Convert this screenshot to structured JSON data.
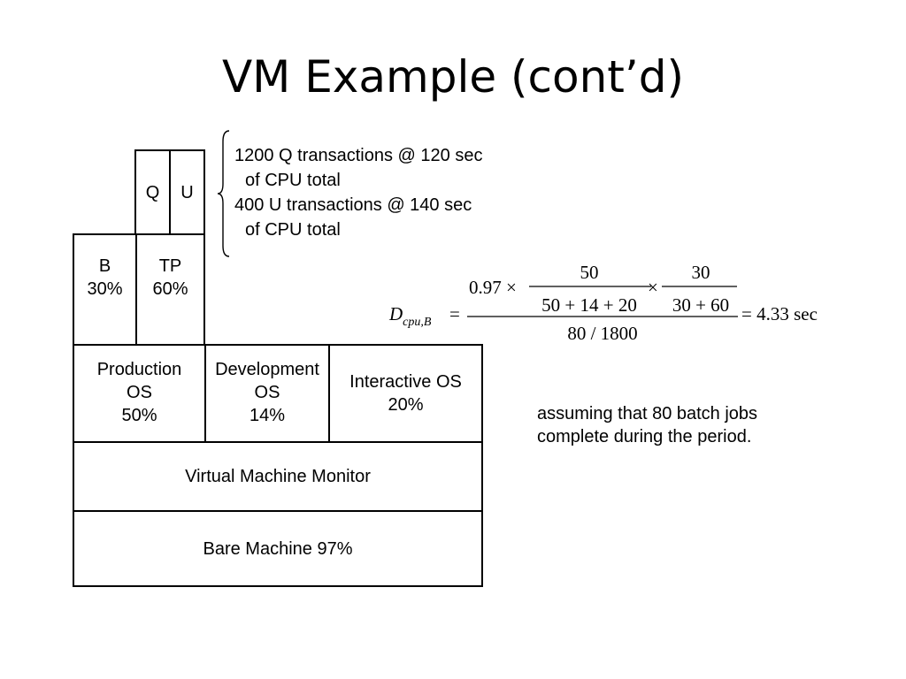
{
  "title": "VM Example (cont’d)",
  "diagram": {
    "q": "Q",
    "u": "U",
    "b": {
      "name": "B",
      "pct": "30%"
    },
    "tp": {
      "name": "TP",
      "pct": "60%"
    },
    "production": {
      "line1": "Production",
      "line2": "OS",
      "pct": "50%"
    },
    "development": {
      "line1": "Development",
      "line2": "OS",
      "pct": "14%"
    },
    "interactive": {
      "line1": "Interactive OS",
      "pct": "20%"
    },
    "vmm": "Virtual Machine Monitor",
    "bare": "Bare Machine 97%"
  },
  "notes": {
    "line1": "1200 Q transactions @ 120 sec",
    "line2": "of CPU total",
    "line3": "400 U transactions @ 140 sec",
    "line4": "of CPU total"
  },
  "formula": {
    "lhs_main": "D",
    "lhs_sub": "cpu,B",
    "equals": "=",
    "coef": "0.97 ×",
    "frac1_num": "50",
    "frac1_den": "50 + 14 + 20",
    "times": "×",
    "frac2_num": "30",
    "frac2_den": "30 + 60",
    "outer_den": "80 / 1800",
    "result": "= 4.33 sec"
  },
  "assumption": {
    "line1": "assuming that 80 batch jobs",
    "line2": "complete during the period."
  }
}
